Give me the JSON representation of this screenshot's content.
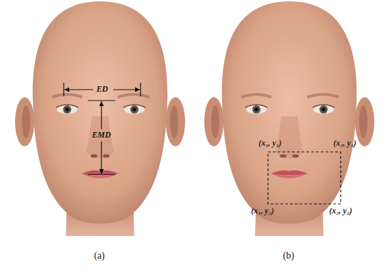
{
  "diagram": {
    "labels": [
      "ED",
      "EMD",
      "(x₁, y₁)",
      "(x₂, y₁)",
      "(x₁, y₂)",
      "(x₂, y₂)",
      "(a)",
      "(b)"
    ]
  }
}
